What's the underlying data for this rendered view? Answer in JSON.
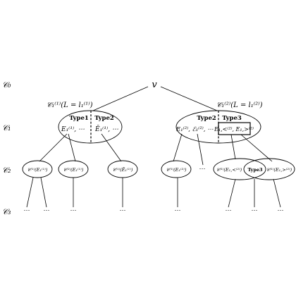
{
  "levels": [
    "𝒞₀",
    "𝒞₁",
    "𝒞₂",
    "𝒞₃"
  ],
  "root": "v",
  "c1_left_label": "𝒞₁⁽¹⁾(L = l₁⁽¹⁾)",
  "c1_right_label": "𝒞₁⁽²⁾(L = l₁⁽²⁾)",
  "left_node": {
    "type_left": "Type1",
    "type_right": "Type2",
    "text_left": "E₁⁽¹⁾, ⋯",
    "text_right": "Ē₁⁽¹⁾, ⋯"
  },
  "right_node": {
    "type_left": "Type2",
    "type_right": "Type3",
    "text_left": "E₁⁽²⁾, ℰ₁⁽²⁾, ⋯",
    "text_boxed": "E₁,<⁽²⁾, E₁,>⁽²⁾"
  },
  "c2_nodes": [
    "𝒞⁽¹⁾(E₁⁽¹⁾)",
    "𝒞⁽²⁾(E₁⁽¹⁾)",
    "𝒞⁽¹⁾(Ē₁⁽¹⁾)",
    "𝒞⁽¹⁾(E₁⁽²⁾)",
    "𝒞⁽¹⁾(E₁,<⁽²⁾)",
    "𝒞⁽¹⁾(E₁,>⁽²⁾)"
  ],
  "c2_mid_dots": "⋯",
  "overlap_label": "Type3",
  "c3_dots": [
    "⋯",
    "⋯",
    "⋯",
    "⋯",
    "⋯",
    "⋯",
    "⋯",
    "⋯"
  ]
}
